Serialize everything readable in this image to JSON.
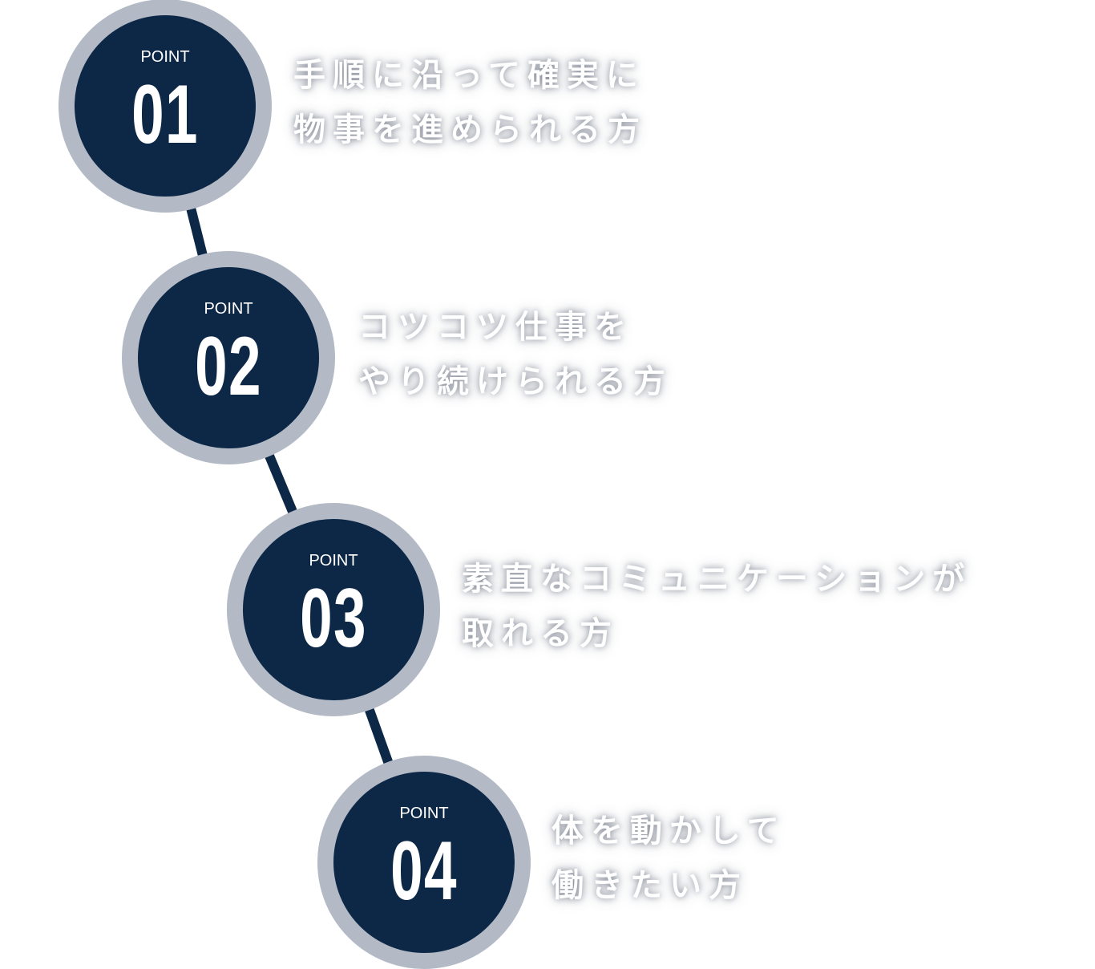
{
  "colors": {
    "navy": "#0d2847",
    "ring": "#b3bac6",
    "text": "#ffffff"
  },
  "points": [
    {
      "label": "POINT",
      "number": "01",
      "lines": [
        "手順に沿って確実に",
        "物事を進められる方"
      ]
    },
    {
      "label": "POINT",
      "number": "02",
      "lines": [
        "コツコツ仕事を",
        "やり続けられる方"
      ]
    },
    {
      "label": "POINT",
      "number": "03",
      "lines": [
        "素直なコミュニケーションが",
        "取れる方"
      ]
    },
    {
      "label": "POINT",
      "number": "04",
      "lines": [
        "体を動かして",
        "働きたい方"
      ]
    }
  ]
}
